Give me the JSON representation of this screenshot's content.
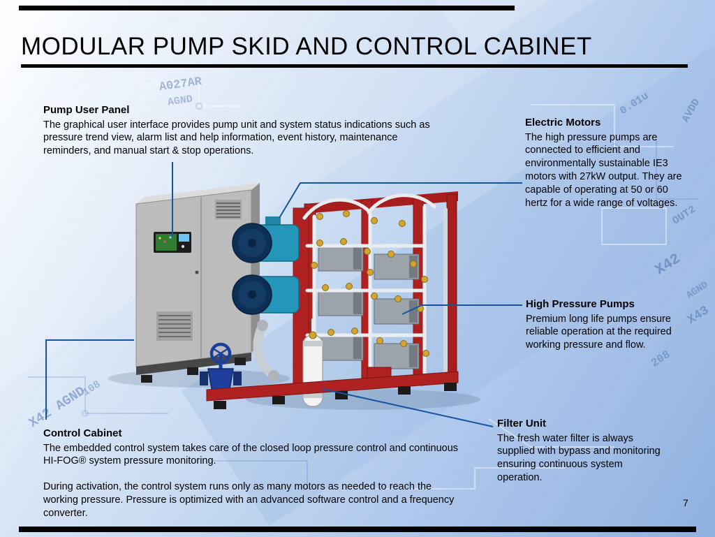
{
  "slide": {
    "title": "MODULAR PUMP SKID AND CONTROL CABINET",
    "page_number": "7"
  },
  "callouts": {
    "pump_user_panel": {
      "heading": "Pump User Panel",
      "body": "The graphical user interface provides pump unit and system status indications such as pressure trend view, alarm list and help information, event history, maintenance reminders, and manual start & stop operations."
    },
    "electric_motors": {
      "heading": "Electric Motors",
      "body": "The high pressure pumps are connected to efficient and environmentally sustainable IE3 motors with 27kW output. They are capable of operating at 50 or 60 hertz for a wide range of voltages."
    },
    "high_pressure_pumps": {
      "heading": "High Pressure Pumps",
      "body": "Premium long life pumps ensure reliable operation at the required working pressure and flow."
    },
    "filter_unit": {
      "heading": "Filter Unit",
      "body": "The fresh water filter is always supplied with bypass and monitoring ensuring continuous system operation."
    },
    "control_cabinet": {
      "heading": "Control Cabinet",
      "body1": "The embedded control system takes care of the closed loop pressure control and continuous HI-FOG® system  pressure monitoring.",
      "body2": "During activation, the control system runs only as many motors as needed to reach the working pressure. Pressure is optimized with an advanced software control and a frequency converter."
    }
  },
  "background": {
    "watermarks": [
      {
        "text": "A027AR"
      },
      {
        "text": "AGND"
      },
      {
        "text": "0.01u"
      },
      {
        "text": "AVDD"
      },
      {
        "text": "OUT2"
      },
      {
        "text": "X42"
      },
      {
        "text": "AGND"
      },
      {
        "text": "X43"
      },
      {
        "text": "208"
      },
      {
        "text": "X42 AGND"
      },
      {
        "text": "108"
      }
    ]
  },
  "colors": {
    "callout_line": "#17549e",
    "skid_red": "#b02222",
    "motor_teal": "#2496ba",
    "cabinet_gray": "#bcbcbc",
    "bar_black": "#000000"
  }
}
